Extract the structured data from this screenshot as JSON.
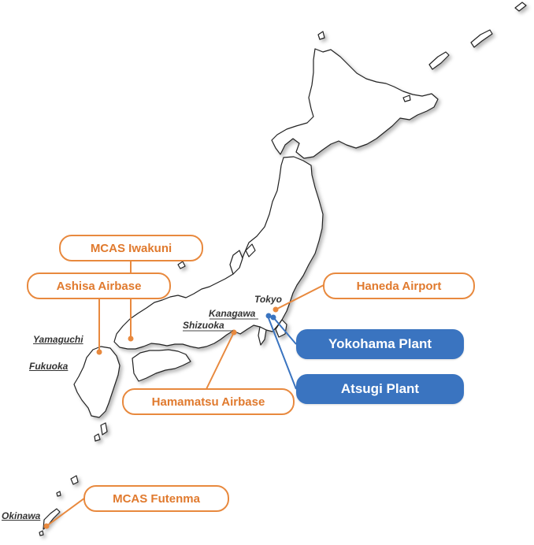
{
  "colors": {
    "accent_orange": "#e8893e",
    "text_orange": "#e07a2e",
    "brand_blue": "#3a74c0",
    "land_fill": "#ffffff",
    "land_stroke": "#222222",
    "land_shadow": "#bdbdbd"
  },
  "callouts": {
    "mcas_iwakuni": "MCAS Iwakuni",
    "ashisa_airbase": "Ashisa Airbase",
    "haneda_airport": "Haneda Airport",
    "yokohama_plant": "Yokohama Plant",
    "atsugi_plant": "Atsugi Plant",
    "hamamatsu_airbase": "Hamamatsu Airbase",
    "mcas_futenma": "MCAS Futenma"
  },
  "places": {
    "tokyo": "Tokyo",
    "kanagawa": "Kanagawa",
    "shizuoka": "Shizuoka",
    "yamaguchi": "Yamaguchi",
    "fukuoka": "Fukuoka",
    "okinawa": "Okinawa"
  }
}
